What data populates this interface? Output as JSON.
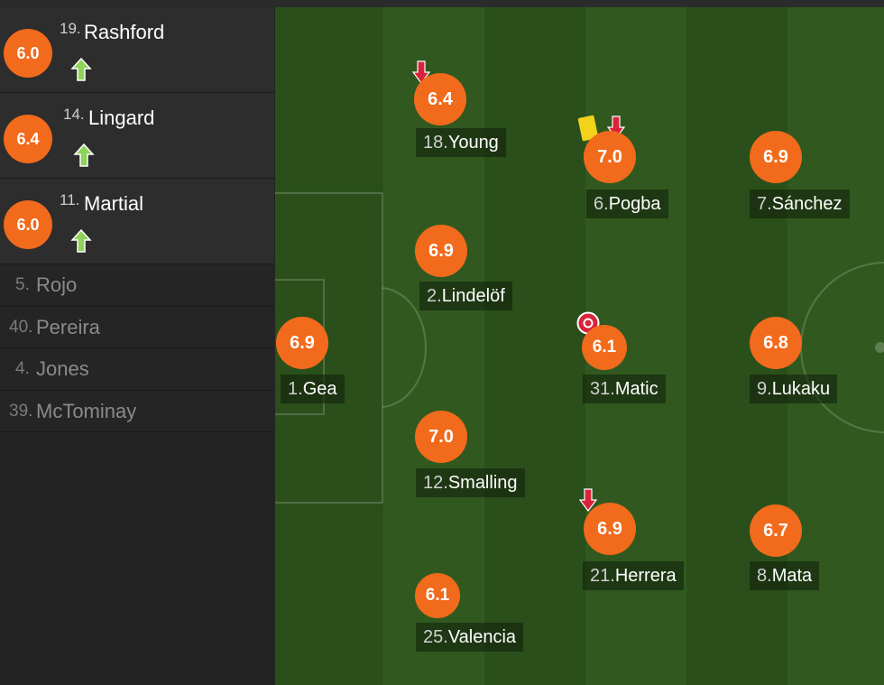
{
  "substitutes": [
    {
      "number": "19.",
      "name": "Rashford",
      "rating": "6.0",
      "event": "sub-in-arrow-icon"
    },
    {
      "number": "14.",
      "name": "Lingard",
      "rating": "6.4",
      "event": "sub-in-arrow-icon"
    },
    {
      "number": "11.",
      "name": "Martial",
      "rating": "6.0",
      "event": "sub-in-arrow-icon"
    }
  ],
  "bench": [
    {
      "number": "5.",
      "name": "Rojo"
    },
    {
      "number": "40.",
      "name": "Pereira"
    },
    {
      "number": "4.",
      "name": "Jones"
    },
    {
      "number": "39.",
      "name": "McTominay"
    }
  ],
  "players": [
    {
      "number": "1.",
      "name": "Gea",
      "rating": "6.9"
    },
    {
      "number": "18.",
      "name": "Young",
      "rating": "6.4",
      "events": [
        "sub-out-arrow-icon"
      ]
    },
    {
      "number": "2.",
      "name": "Lindelöf",
      "rating": "6.9"
    },
    {
      "number": "12.",
      "name": "Smalling",
      "rating": "7.0"
    },
    {
      "number": "25.",
      "name": "Valencia",
      "rating": "6.1"
    },
    {
      "number": "6.",
      "name": "Pogba",
      "rating": "7.0",
      "events": [
        "yellow-card-icon",
        "sub-out-arrow-icon"
      ]
    },
    {
      "number": "31.",
      "name": "Matic",
      "rating": "6.1",
      "events": [
        "own-goal-icon"
      ]
    },
    {
      "number": "21.",
      "name": "Herrera",
      "rating": "6.9",
      "events": [
        "sub-out-arrow-icon"
      ]
    },
    {
      "number": "7.",
      "name": "Sánchez",
      "rating": "6.9"
    },
    {
      "number": "9.",
      "name": "Lukaku",
      "rating": "6.8"
    },
    {
      "number": "8.",
      "name": "Mata",
      "rating": "6.7"
    }
  ],
  "colors": {
    "rating_badge": "#f26a1b",
    "sub_in_arrow": "#8fd35a",
    "sub_out_arrow": "#d9233b",
    "yellow_card": "#f2d21b",
    "pitch_dark": "#2a4f1b",
    "pitch_light": "#31591f",
    "sidebar_bg": "#232323"
  }
}
